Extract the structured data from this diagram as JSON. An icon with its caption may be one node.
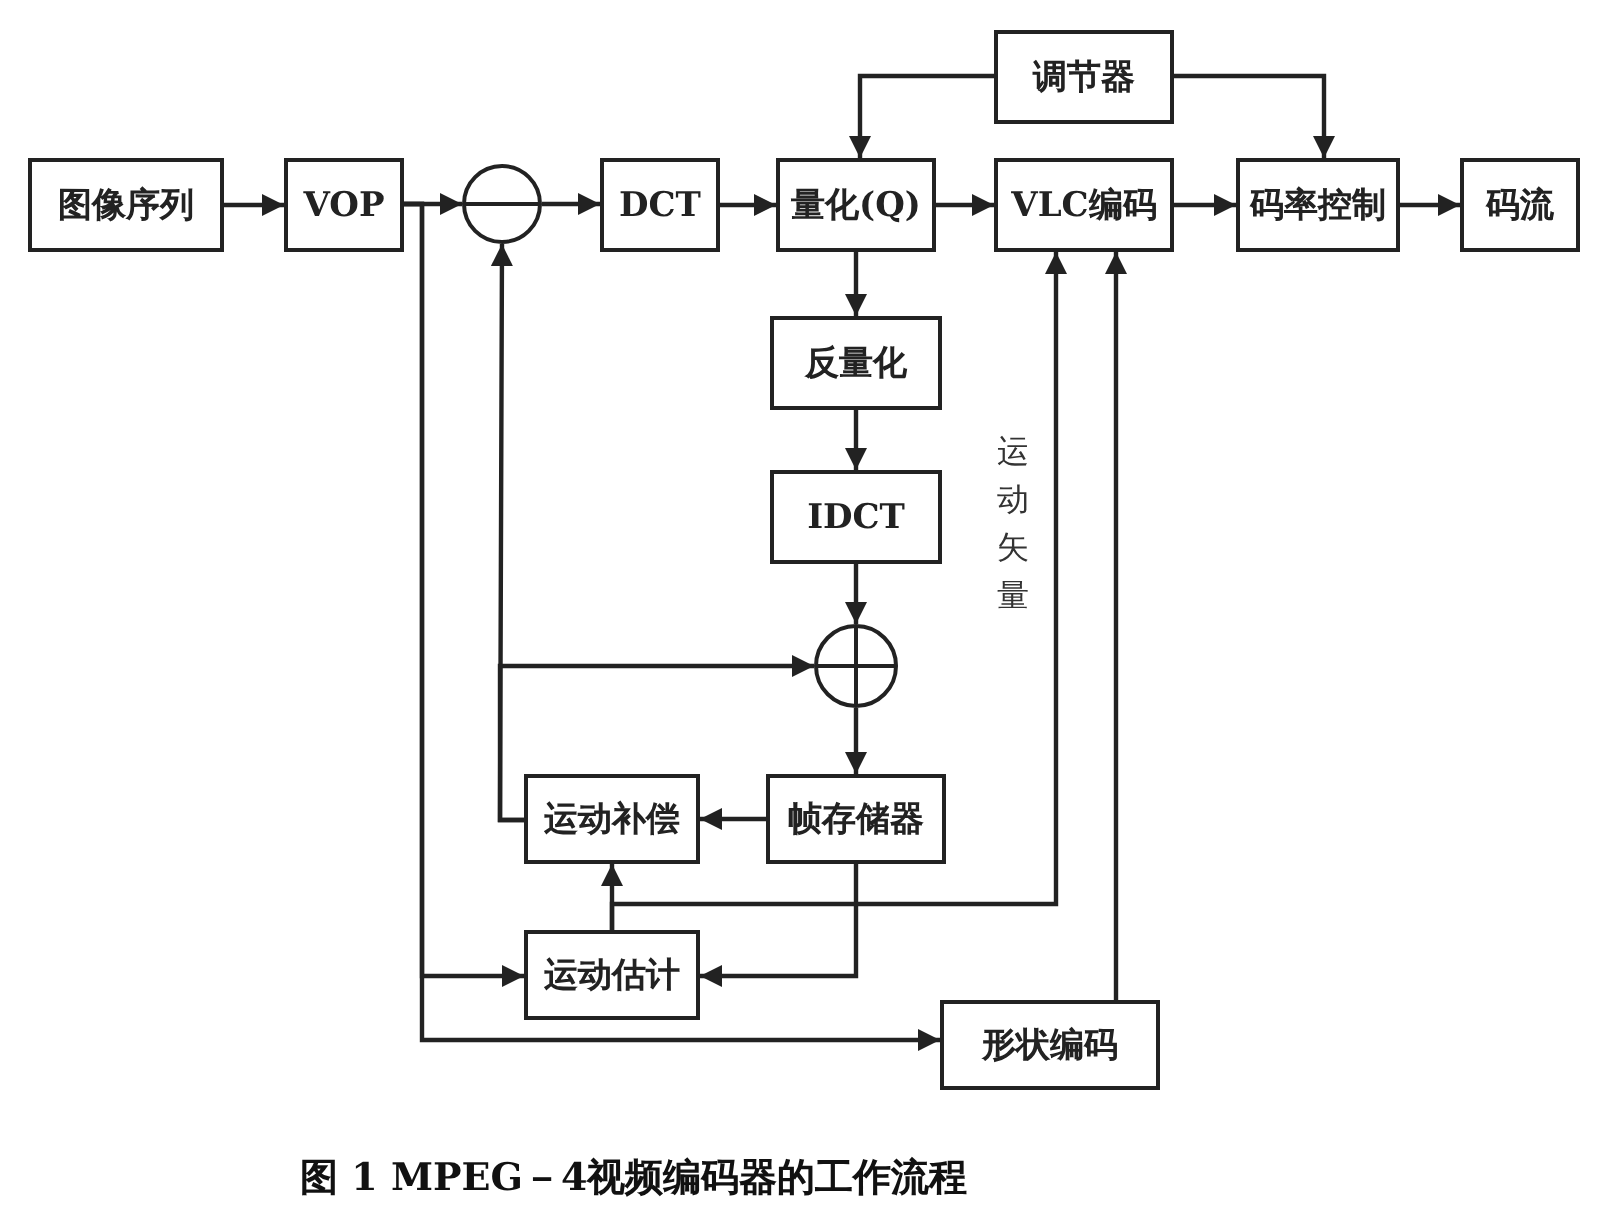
{
  "diagram": {
    "caption": "图 1 MPEG－4视频编码器的工作流程",
    "nodes": [
      {
        "text": [
          "图像序列"
        ]
      },
      {
        "text": [
          "VOP"
        ]
      },
      {
        "text": [],
        "shape": "circle"
      },
      {
        "text": [
          "DCT"
        ]
      },
      {
        "text": [
          "量化(Q)"
        ]
      },
      {
        "text": [
          "调节器"
        ]
      },
      {
        "text": [
          "VLC编码"
        ]
      },
      {
        "text": [
          "码率控制"
        ]
      },
      {
        "text": [
          "码流"
        ]
      },
      {
        "text": [
          "反量化"
        ]
      },
      {
        "text": [
          "IDCT"
        ]
      },
      {
        "text": [],
        "shape": "circle"
      },
      {
        "text": [
          "运动补偿"
        ]
      },
      {
        "text": [
          "帧存储器"
        ]
      },
      {
        "text": [
          "运动估计"
        ]
      },
      {
        "text": [
          "形状编码"
        ]
      }
    ],
    "edges": [
      {
        "from": 0,
        "to": 1,
        "arrow": "to"
      },
      {
        "from": 1,
        "to": 2,
        "arrow": "to"
      },
      {
        "from": 2,
        "to": 3,
        "arrow": "to"
      },
      {
        "from": 3,
        "to": 4,
        "arrow": "to"
      },
      {
        "from": 4,
        "to": 6,
        "arrow": "to"
      },
      {
        "from": 6,
        "to": 7,
        "arrow": "to"
      },
      {
        "from": 7,
        "to": 8,
        "arrow": "to"
      },
      {
        "from": 5,
        "to": 4,
        "arrow": "to"
      },
      {
        "from": 5,
        "to": 7,
        "arrow": "to"
      },
      {
        "from": 4,
        "to": 9,
        "arrow": "to"
      },
      {
        "from": 9,
        "to": 10,
        "arrow": "to"
      },
      {
        "from": 10,
        "to": 11,
        "arrow": "to"
      },
      {
        "from": 11,
        "to": 13,
        "arrow": "to"
      },
      {
        "from": 13,
        "to": 12,
        "arrow": "to"
      },
      {
        "from": 12,
        "to": 2,
        "arrow": "to"
      },
      {
        "from": 12,
        "to": 11,
        "arrow": "to"
      },
      {
        "from": 1,
        "to": 14,
        "arrow": "to"
      },
      {
        "from": 1,
        "to": 15,
        "arrow": "to"
      },
      {
        "from": 13,
        "to": 14,
        "arrow": "to"
      },
      {
        "from": 14,
        "to": 12,
        "arrow": "to"
      },
      {
        "from": 14,
        "to": 6,
        "arrow": "to",
        "label": "运动矢量"
      },
      {
        "from": 15,
        "to": 6,
        "arrow": "to"
      }
    ]
  }
}
